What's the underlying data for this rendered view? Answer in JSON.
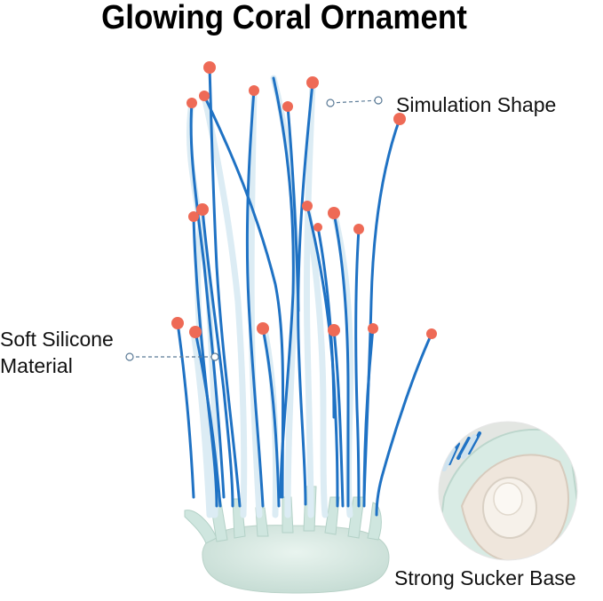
{
  "title": "Glowing Coral Ornament",
  "callouts": {
    "simulation_shape": "Simulation Shape",
    "soft_silicone_line1": "Soft Silicone",
    "soft_silicone_line2": "Material",
    "strong_sucker_base": "Strong Sucker Base"
  },
  "colors": {
    "stem_blue": "#1f72c4",
    "stem_clear": "#dfeaf2",
    "tip_red": "#ee6a56",
    "base_green": "#d9ebe4",
    "callout_line": "#5a7a96"
  }
}
